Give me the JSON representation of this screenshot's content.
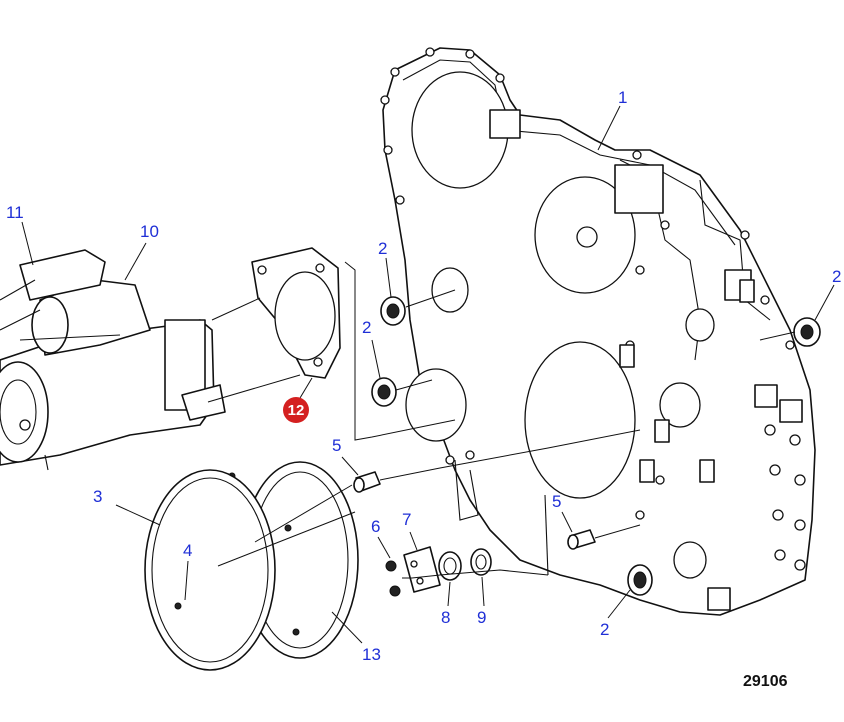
{
  "diagram": {
    "figure_number": "29106",
    "accent_color": "#1f2fd6",
    "highlight_color": "#d42020",
    "callouts": [
      {
        "id": "c1",
        "label": "1"
      },
      {
        "id": "c2a",
        "label": "2"
      },
      {
        "id": "c2b",
        "label": "2"
      },
      {
        "id": "c2c",
        "label": "2"
      },
      {
        "id": "c2d",
        "label": "2"
      },
      {
        "id": "c3",
        "label": "3"
      },
      {
        "id": "c4",
        "label": "4"
      },
      {
        "id": "c5a",
        "label": "5"
      },
      {
        "id": "c5b",
        "label": "5"
      },
      {
        "id": "c6",
        "label": "6"
      },
      {
        "id": "c7",
        "label": "7"
      },
      {
        "id": "c8",
        "label": "8"
      },
      {
        "id": "c9",
        "label": "9"
      },
      {
        "id": "c10",
        "label": "10"
      },
      {
        "id": "c11",
        "label": "11"
      },
      {
        "id": "c12",
        "label": "12"
      },
      {
        "id": "c13",
        "label": "13"
      }
    ]
  }
}
